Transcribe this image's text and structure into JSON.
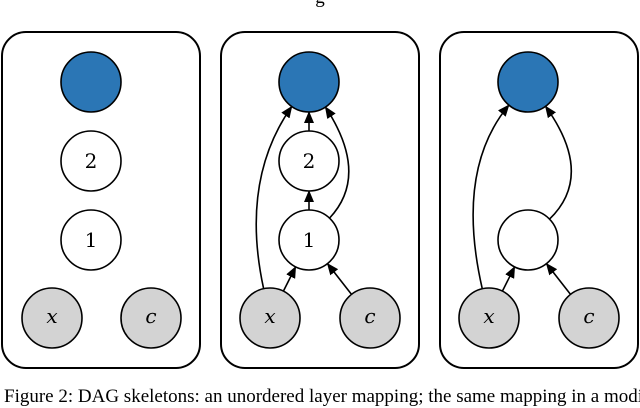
{
  "top_caption": "g",
  "bottom_caption": "Figure 2: DAG skeletons: an unordered layer mapping; the same mapping in a modi",
  "colors": {
    "output_node": "#2b76b5",
    "input_node": "#d3d3d3",
    "hidden_node": "#ffffff",
    "stroke": "#000000"
  },
  "panels": [
    {
      "nodes": [
        {
          "id": "out",
          "kind": "output",
          "label": ""
        },
        {
          "id": "h2",
          "kind": "hidden",
          "label": "2"
        },
        {
          "id": "h1",
          "kind": "hidden",
          "label": "1"
        },
        {
          "id": "x",
          "kind": "input",
          "label": "x",
          "italic": true
        },
        {
          "id": "c",
          "kind": "input",
          "label": "c",
          "italic": true
        }
      ],
      "edges": []
    },
    {
      "nodes": [
        {
          "id": "out",
          "kind": "output",
          "label": ""
        },
        {
          "id": "h2",
          "kind": "hidden",
          "label": "2"
        },
        {
          "id": "h1",
          "kind": "hidden",
          "label": "1"
        },
        {
          "id": "x",
          "kind": "input",
          "label": "x",
          "italic": true
        },
        {
          "id": "c",
          "kind": "input",
          "label": "c",
          "italic": true
        }
      ],
      "edges": [
        {
          "from": "x",
          "to": "out"
        },
        {
          "from": "h1",
          "to": "out"
        },
        {
          "from": "h2",
          "to": "out"
        },
        {
          "from": "h1",
          "to": "h2"
        },
        {
          "from": "x",
          "to": "h1"
        },
        {
          "from": "c",
          "to": "h1"
        }
      ]
    },
    {
      "nodes": [
        {
          "id": "out",
          "kind": "output",
          "label": ""
        },
        {
          "id": "h",
          "kind": "hidden",
          "label": ""
        },
        {
          "id": "x",
          "kind": "input",
          "label": "x",
          "italic": true
        },
        {
          "id": "c",
          "kind": "input",
          "label": "c",
          "italic": true
        }
      ],
      "edges": [
        {
          "from": "x",
          "to": "out"
        },
        {
          "from": "h",
          "to": "out"
        },
        {
          "from": "x",
          "to": "h"
        },
        {
          "from": "c",
          "to": "h"
        }
      ]
    }
  ]
}
